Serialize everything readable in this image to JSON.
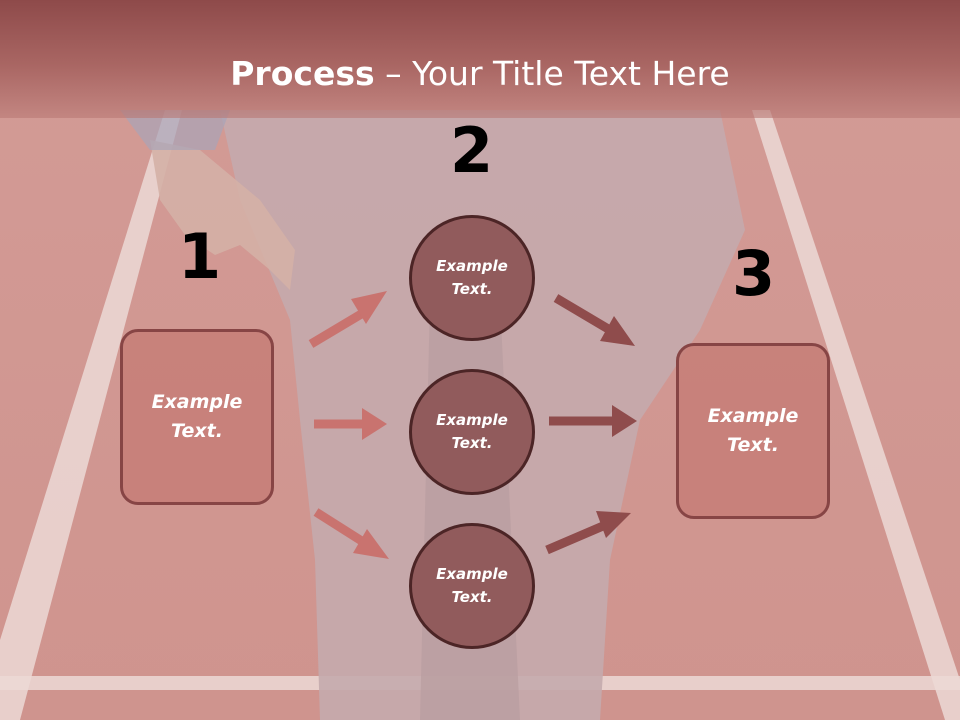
{
  "title": {
    "bold": "Process",
    "rest": " – Your Title Text Here"
  },
  "steps": [
    {
      "number": "1",
      "label_line1": "Example",
      "label_line2": "Text."
    },
    {
      "number": "2"
    },
    {
      "number": "3",
      "label_line1": "Example",
      "label_line2": "Text."
    }
  ],
  "circles": [
    {
      "label_line1": "Example",
      "label_line2": "Text."
    },
    {
      "label_line1": "Example",
      "label_line2": "Text."
    },
    {
      "label_line1": "Example",
      "label_line2": "Text."
    }
  ],
  "colors": {
    "header": "#8e4a4a",
    "box_fill": "#c67e78",
    "circle_fill": "#915b5c",
    "arrow_light": "#c9736f",
    "arrow_dark": "#8f4c4c"
  }
}
